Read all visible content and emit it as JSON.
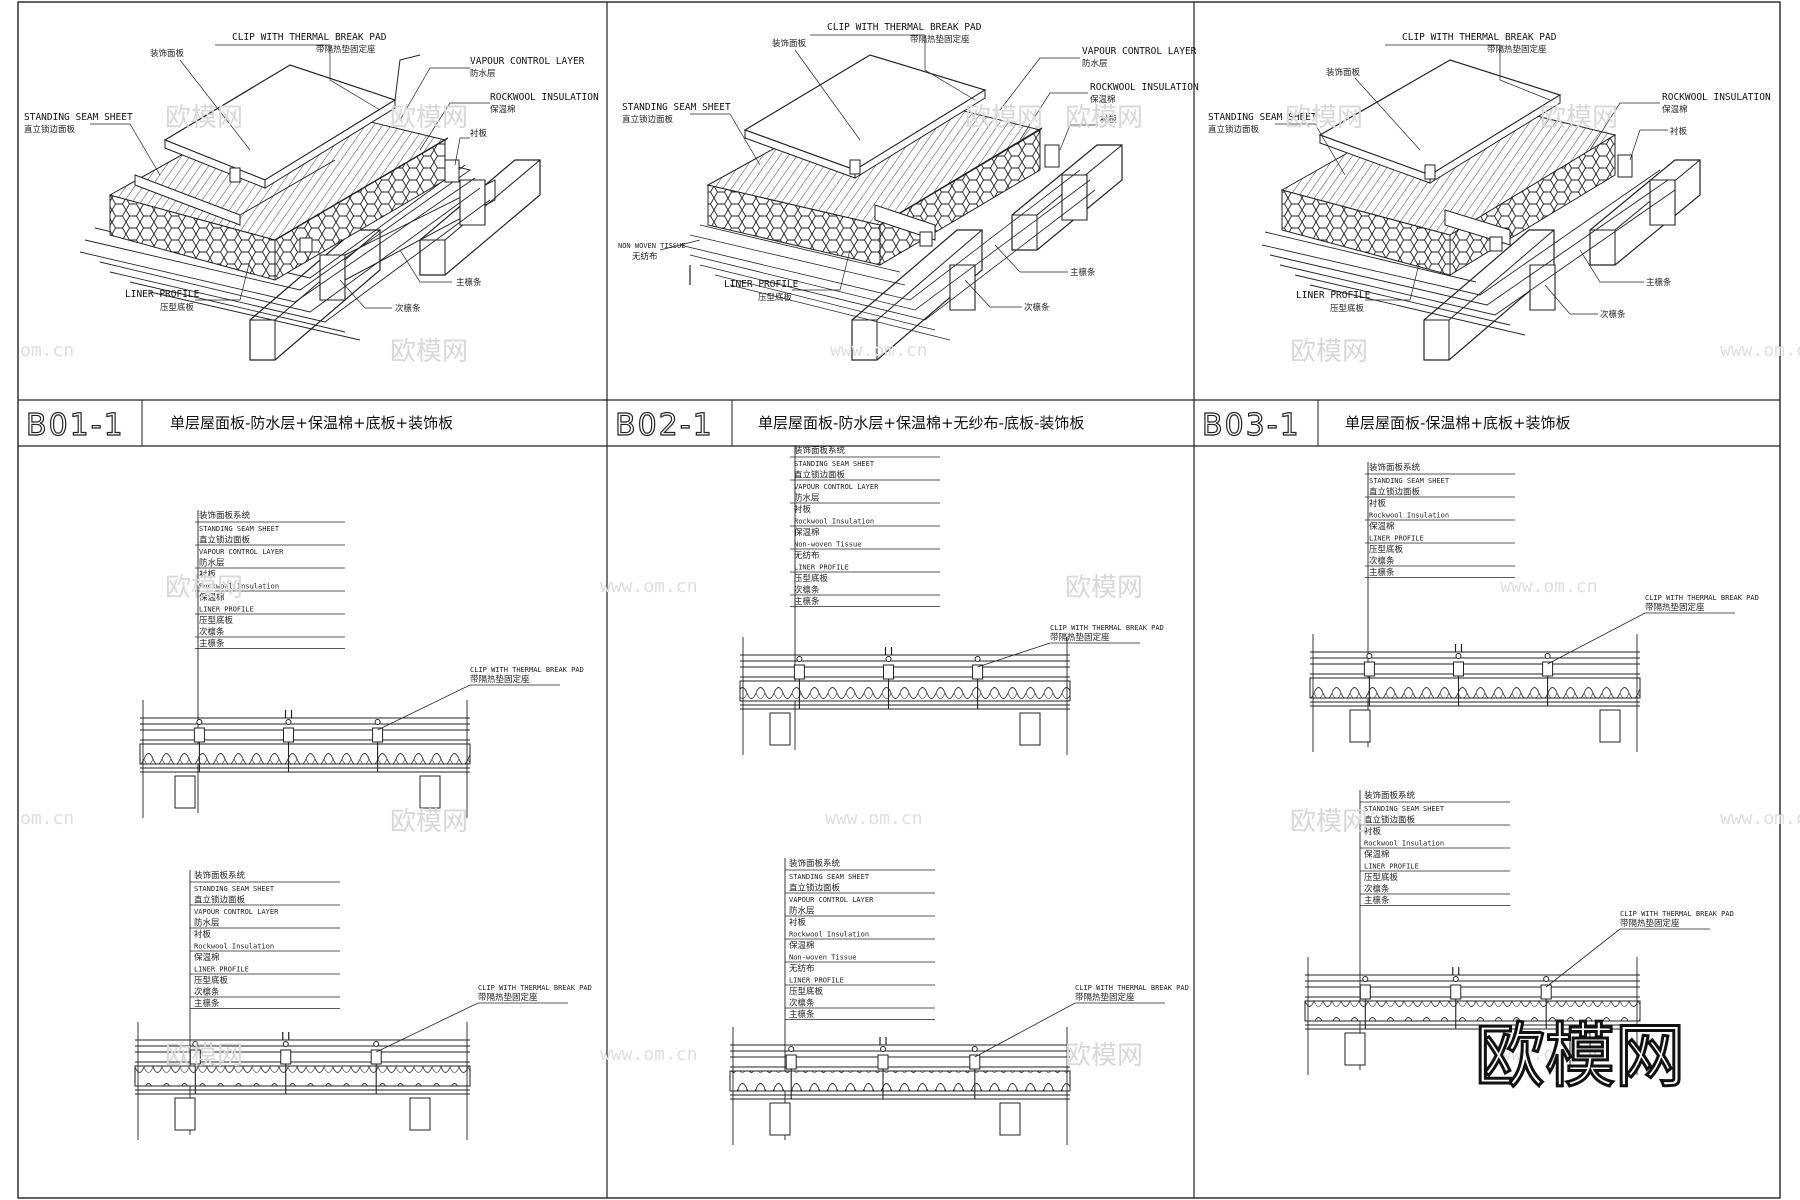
{
  "panels": [
    {
      "code": "B01-1",
      "title": "单层屋面板-防水层+保温棉+底板+装饰板",
      "iso_labels": {
        "clip": "CLIP WITH THERMAL BREAK PAD",
        "clip_cn": "带隔热垫固定座",
        "vapour": "VAPOUR CONTROL LAYER",
        "vapour_cn": "防水层",
        "rockwool": "ROCKWOOL INSULATION",
        "rockwool_cn": "保温棉",
        "standing": "STANDING SEAM SHEET",
        "standing_cn": "直立锁边面板",
        "liner": "LINER PROFILE",
        "liner_cn": "压型底板",
        "deco_cn": "装饰面板",
        "purlin_cn": "主檩条",
        "secondary_cn": "次檩条",
        "lining_cn": "衬板"
      },
      "sections": [
        {
          "header": "装饰面板系统",
          "rows": [
            "STANDING SEAM SHEET",
            "直立锁边面板",
            "VAPOUR CONTROL LAYER",
            "防水层",
            "衬板",
            "Rockwool Insulation",
            "保温棉",
            "LINER PROFILE",
            "压型底板",
            "次檩条",
            "主檩条"
          ],
          "callout": "CLIP WITH THERMAL BREAK PAD",
          "callout_cn": "带隔热垫固定座"
        },
        {
          "header": "装饰面板系统",
          "rows": [
            "STANDING SEAM SHEET",
            "直立锁边面板",
            "VAPOUR CONTROL LAYER",
            "防水层",
            "衬板",
            "Rockwool Insulation",
            "保温棉",
            "LINER PROFILE",
            "压型底板",
            "次檩条",
            "主檩条"
          ],
          "callout": "CLIP WITH THERMAL BREAK PAD",
          "callout_cn": "带隔热垫固定座"
        }
      ]
    },
    {
      "code": "B02-1",
      "title": "单层屋面板-防水层+保温棉+无纱布-底板-装饰板",
      "iso_labels": {
        "clip": "CLIP WITH THERMAL BREAK PAD",
        "clip_cn": "带隔热垫固定座",
        "vapour": "VAPOUR CONTROL LAYER",
        "vapour_cn": "防水层",
        "rockwool": "ROCKWOOL INSULATION",
        "rockwool_cn": "保温棉",
        "standing": "STANDING SEAM SHEET",
        "standing_cn": "直立锁边面板",
        "liner": "LINER PROFILE",
        "liner_cn": "压型底板",
        "tissue": "NON WOVEN TISSUE",
        "tissue_cn": "无纺布",
        "deco_cn": "装饰面板",
        "purlin_cn": "主檩条",
        "secondary_cn": "次檩条",
        "lining_cn": "衬板"
      },
      "sections": [
        {
          "header": "装饰面板系统",
          "rows": [
            "STANDING SEAM SHEET",
            "直立锁边面板",
            "VAPOUR CONTROL LAYER",
            "防水层",
            "衬板",
            "Rockwool Insulation",
            "保温棉",
            "Non-woven Tissue",
            "无纺布",
            "LINER PROFILE",
            "压型底板",
            "次檩条",
            "主檩条"
          ],
          "callout": "CLIP WITH THERMAL BREAK PAD",
          "callout_cn": "带隔热垫固定座"
        },
        {
          "header": "装饰面板系统",
          "rows": [
            "STANDING SEAM SHEET",
            "直立锁边面板",
            "VAPOUR CONTROL LAYER",
            "防水层",
            "衬板",
            "Rockwool Insulation",
            "保温棉",
            "Non-woven Tissue",
            "无纺布",
            "LINER PROFILE",
            "压型底板",
            "次檩条",
            "主檩条"
          ],
          "callout": "CLIP WITH THERMAL BREAK PAD",
          "callout_cn": "带隔热垫固定座"
        }
      ]
    },
    {
      "code": "B03-1",
      "title": "单层屋面板-保温棉+底板+装饰板",
      "iso_labels": {
        "clip": "CLIP WITH THERMAL BREAK PAD",
        "clip_cn": "带隔热垫固定座",
        "rockwool": "ROCKWOOL INSULATION",
        "rockwool_cn": "保温棉",
        "standing": "STANDING SEAM SHEET",
        "standing_cn": "直立锁边面板",
        "liner": "LINER PROFILE",
        "liner_cn": "压型底板",
        "deco_cn": "装饰面板",
        "purlin_cn": "主檩条",
        "secondary_cn": "次檩条",
        "lining_cn": "衬板"
      },
      "sections": [
        {
          "header": "装饰面板系统",
          "rows": [
            "STANDING SEAM SHEET",
            "直立锁边面板",
            "衬板",
            "Rockwool Insulation",
            "保温棉",
            "LINER PROFILE",
            "压型底板",
            "次檩条",
            "主檩条"
          ],
          "callout": "CLIP WITH THERMAL BREAK PAD",
          "callout_cn": "带隔热垫固定座"
        },
        {
          "header": "装饰面板系统",
          "rows": [
            "STANDING SEAM SHEET",
            "直立锁边面板",
            "衬板",
            "Rockwool Insulation",
            "保温棉",
            "LINER PROFILE",
            "压型底板",
            "次檩条",
            "主檩条"
          ],
          "callout": "CLIP WITH THERMAL BREAK PAD",
          "callout_cn": "带隔热垫固定座"
        }
      ]
    }
  ],
  "watermark": {
    "text": "欧模网",
    "url": "www.om.cn",
    "url_short": "om.cn",
    "brand": "欧模网"
  }
}
